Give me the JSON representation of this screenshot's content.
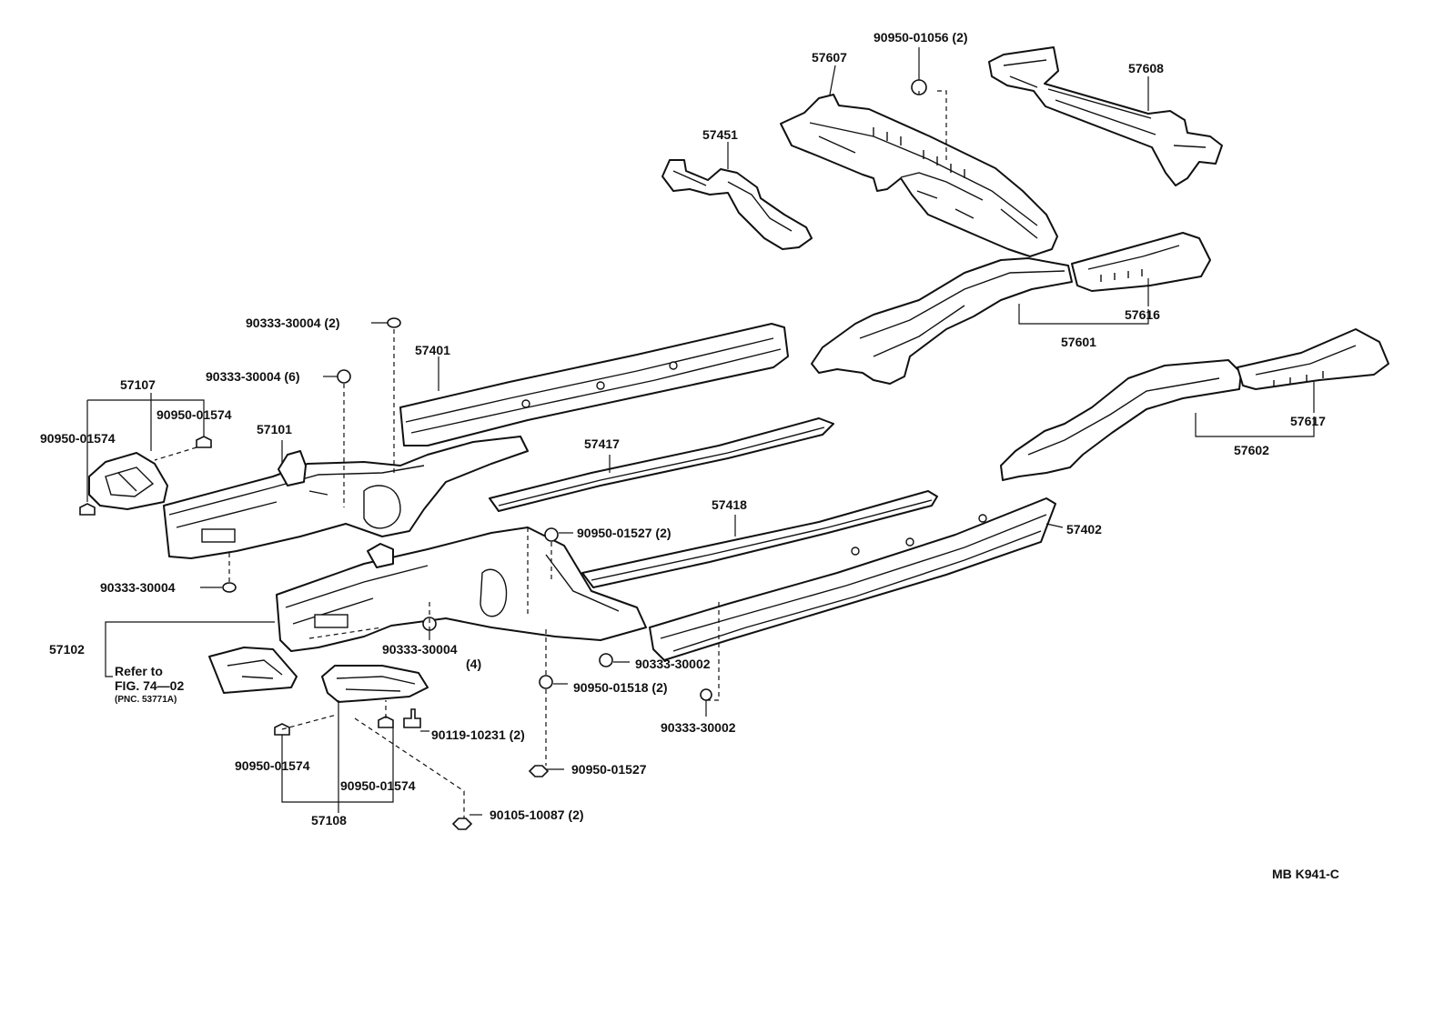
{
  "diagram": {
    "code": "MB K941-C",
    "parts": {
      "p57607": "57607",
      "p57608": "57608",
      "p57451": "57451",
      "p57616": "57616",
      "p57601": "57601",
      "p57401": "57401",
      "p57617": "57617",
      "p57602": "57602",
      "p57417": "57417",
      "p57107": "57107",
      "p57101": "57101",
      "p57418": "57418",
      "p57402": "57402",
      "p57102": "57102",
      "p57108": "57108"
    },
    "fasteners": {
      "f_0105610_2": "90950-01056",
      "f_0105610_2_qty": "(2)",
      "f_30004_a": "90333-30004",
      "f_30004_a_qty": "(2)",
      "f_30004_b": "90333-30004",
      "f_30004_b_qty": "(6)",
      "f_01574_a": "90950-01574",
      "f_01574_b": "90950-01574",
      "f_30004_c": "90333-30004",
      "f_01527_a": "90950-01527",
      "f_01527_a_qty": "(2)",
      "f_30004_d": "90333-30004",
      "f_30004_d_qty": "(4)",
      "f_30002_a": "90333-30002",
      "f_01518": "90950-01518",
      "f_01518_qty": "(2)",
      "f_30002_b": "90333-30002",
      "f_10231": "90119-10231",
      "f_10231_qty": "(2)",
      "f_01527_b": "90950-01527",
      "f_01574_c": "90950-01574",
      "f_01574_d": "90950-01574",
      "f_10087": "90105-10087",
      "f_10087_qty": "(2)"
    },
    "reference": {
      "line1": "Refer to",
      "line2": "FIG. 74—02",
      "line3": "(PNC. 53771A)"
    }
  }
}
